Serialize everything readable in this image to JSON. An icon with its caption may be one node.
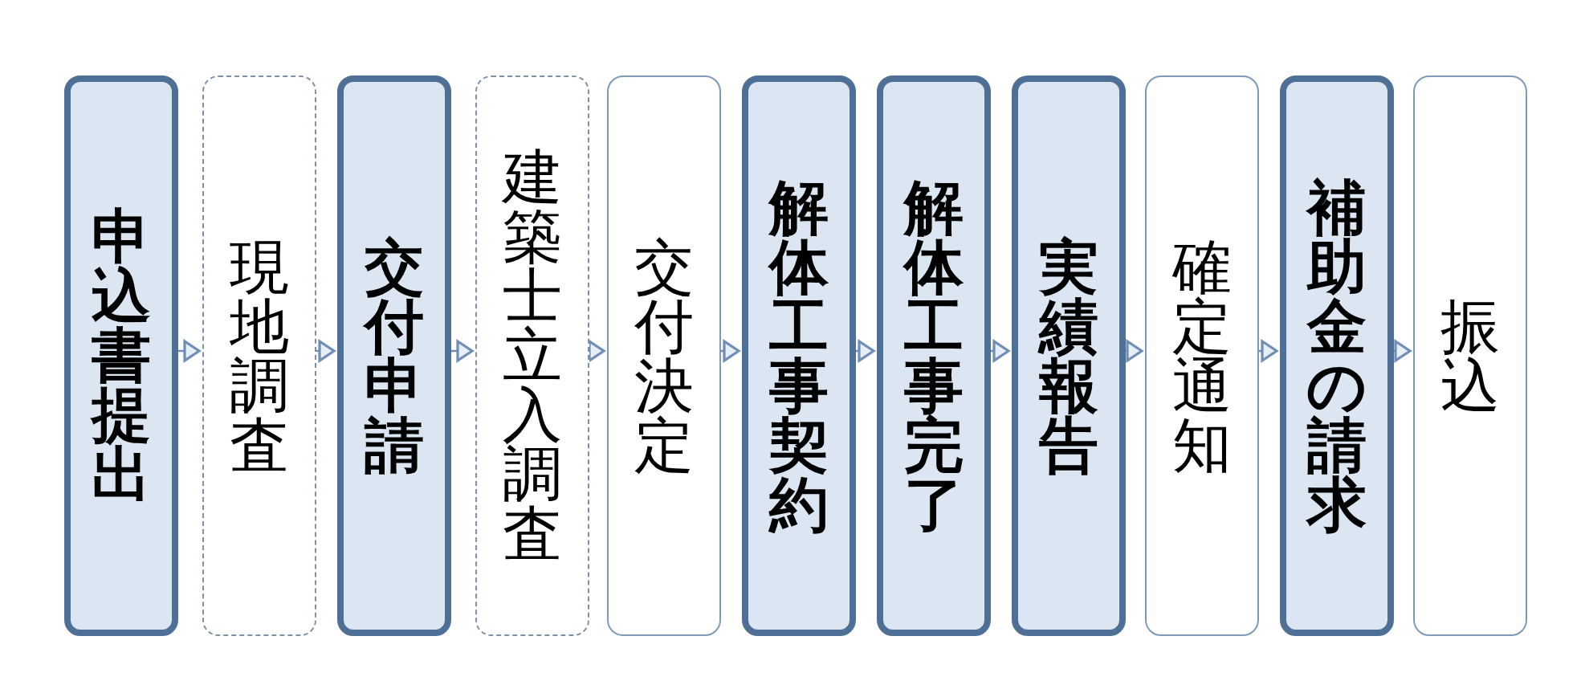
{
  "diagram": {
    "nodes": [
      {
        "text": [
          "申込書提出"
        ]
      },
      {
        "text": [
          "現地調査"
        ]
      },
      {
        "text": [
          "交付申請"
        ]
      },
      {
        "text": [
          "建築士立入調査"
        ]
      },
      {
        "text": [
          "交付決定"
        ]
      },
      {
        "text": [
          "解体工事契約"
        ]
      },
      {
        "text": [
          "解体工事完了"
        ]
      },
      {
        "text": [
          "実績報告"
        ]
      },
      {
        "text": [
          "確定通知"
        ]
      },
      {
        "text": [
          "補助金の請求"
        ]
      },
      {
        "text": [
          "振込"
        ]
      }
    ],
    "edges": [
      {
        "from": 0,
        "to": 1,
        "arrow": "to"
      },
      {
        "from": 1,
        "to": 2,
        "arrow": "to"
      },
      {
        "from": 2,
        "to": 3,
        "arrow": "to"
      },
      {
        "from": 3,
        "to": 4,
        "arrow": "to"
      },
      {
        "from": 4,
        "to": 5,
        "arrow": "to"
      },
      {
        "from": 5,
        "to": 6,
        "arrow": "to"
      },
      {
        "from": 6,
        "to": 7,
        "arrow": "to"
      },
      {
        "from": 7,
        "to": 8,
        "arrow": "to"
      },
      {
        "from": 8,
        "to": 9,
        "arrow": "to"
      },
      {
        "from": 9,
        "to": 10,
        "arrow": "to"
      }
    ]
  }
}
